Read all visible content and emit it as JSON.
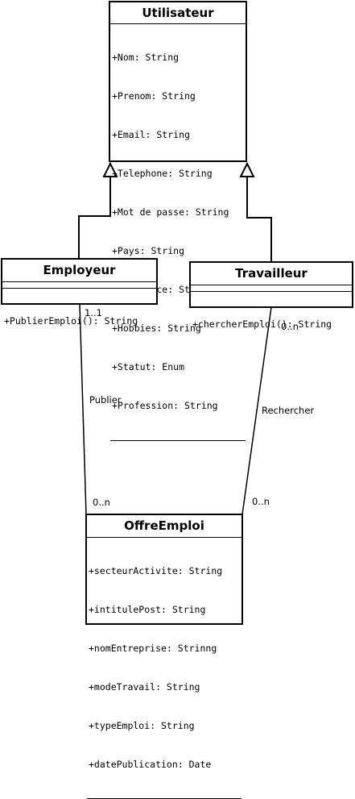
{
  "classes": {
    "utilisateur": {
      "name": "Utilisateur",
      "attributes": [
        "+Nom: String",
        "+Prenom: String",
        "+Email: String",
        "+Telephone: String",
        "+Mot de passe: String",
        "+Pays: String",
        "+Residence: String",
        "+Hobbies: String",
        "+Statut: Enum",
        "+Profession: String"
      ]
    },
    "employeur": {
      "name": "Employeur",
      "methods": [
        "+PublierEmploi(): String"
      ]
    },
    "travailleur": {
      "name": "Travailleur",
      "methods": [
        "+chercherEmploi(): String"
      ]
    },
    "offre": {
      "name": "OffreEmploi",
      "attributes": [
        "+secteurActivite: String",
        "+intitulePost: String",
        "+nomEntreprise: Strinng",
        "+modeTravail: String",
        "+typeEmploi: String",
        "+datePublication: Date"
      ]
    }
  },
  "associations": {
    "publier": {
      "label": "Publier",
      "source_mult": "1..1",
      "target_mult": "0..n"
    },
    "rechercher": {
      "label": "Rechercher",
      "source_mult": "0..n",
      "target_mult": "0..n"
    }
  }
}
